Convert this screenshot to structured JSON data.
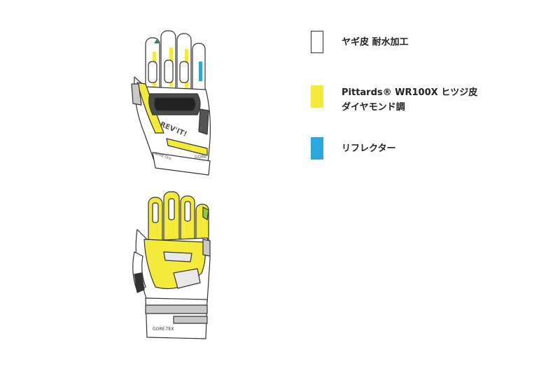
{
  "glove_back": {
    "brand_text": "REV'IT!",
    "membrane_text": "GORE-TEX",
    "logo_text": "GORE"
  },
  "glove_palm": {
    "label_text": "GORE-TEX"
  },
  "legend": [
    {
      "lines": [
        "ヤギ皮 耐水加工"
      ],
      "fill": "#ffffff",
      "border": "#333333"
    },
    {
      "lines": [
        "Pittards® WR100X ヒツジ皮",
        "ダイヤモンド調"
      ],
      "fill": "#f4ea3a",
      "border": "#f4ea3a"
    },
    {
      "lines": [
        "リフレクター"
      ],
      "fill": "#2aa7dd",
      "border": "#2aa7dd"
    }
  ],
  "colors": {
    "yellow": "#f4ea3a",
    "blue": "#2aa7dd",
    "outline": "#333333",
    "grey": "#c8c8c8"
  }
}
